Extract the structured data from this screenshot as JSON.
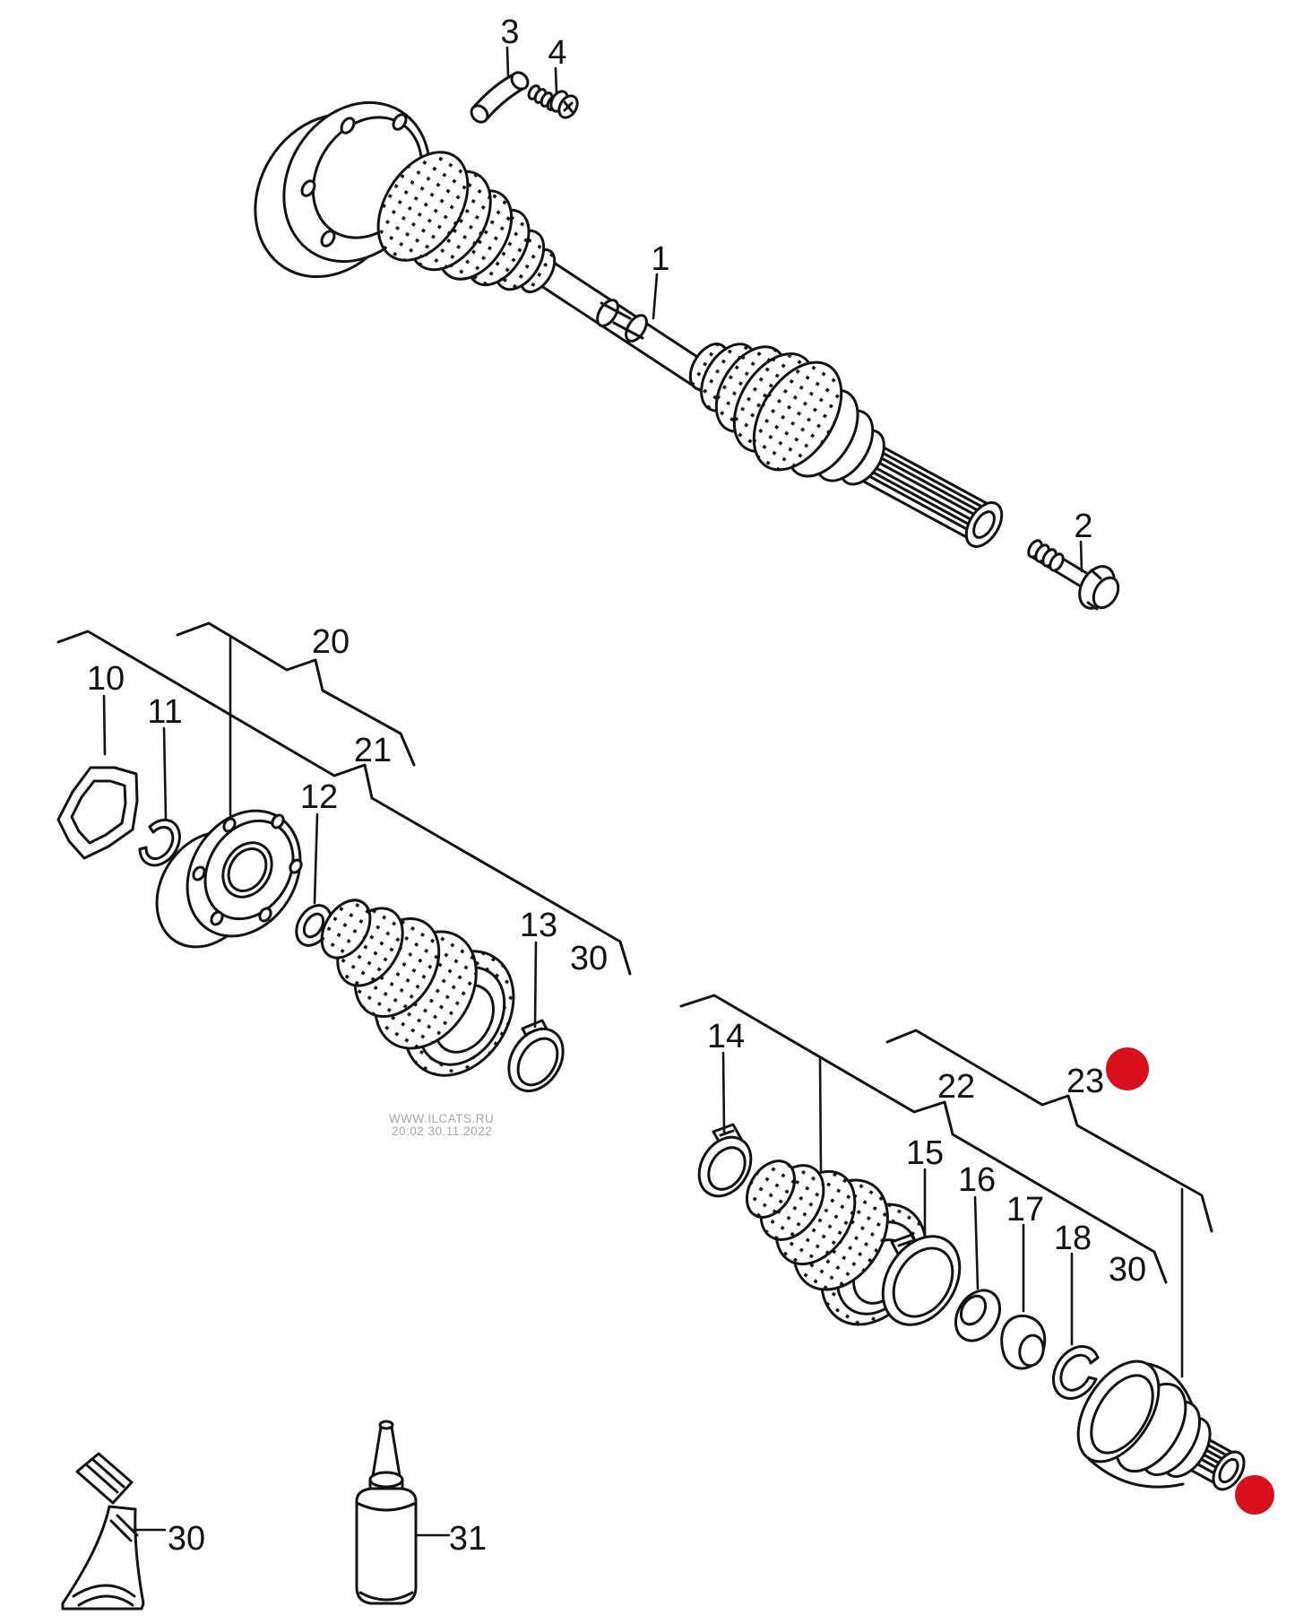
{
  "diagram": {
    "kind": "exploded-parts-diagram",
    "subject": "drive shaft with constant velocity joints"
  },
  "colors": {
    "background": "#ffffff",
    "line": "#131313",
    "marker_red": "#d8101c",
    "watermark": "#a2a7aa"
  },
  "watermark": {
    "line1": "WWW.ILCATS.RU",
    "line2": "20:02 30.11.2022"
  },
  "labels": {
    "l1": "1",
    "l2": "2",
    "l3": "3",
    "l4": "4",
    "l10": "10",
    "l11": "11",
    "l12": "12",
    "l13": "13",
    "l14": "14",
    "l15": "15",
    "l16": "16",
    "l17": "17",
    "l18": "18",
    "l20": "20",
    "l21": "21",
    "l22": "22",
    "l23": "23",
    "l30_mid": "30",
    "l30_right": "30",
    "l30_tube": "30",
    "l31": "31"
  }
}
